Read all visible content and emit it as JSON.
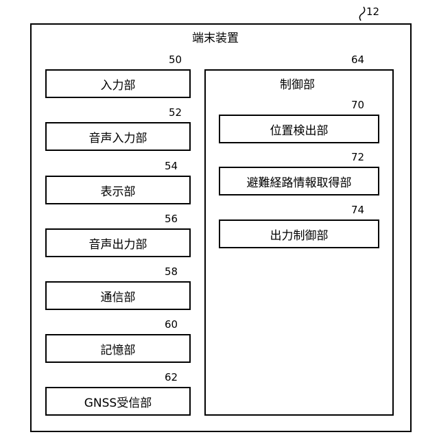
{
  "device": {
    "title": "端末装置",
    "ref": "12"
  },
  "left_blocks": [
    {
      "label": "入力部",
      "ref": "50"
    },
    {
      "label": "音声入力部",
      "ref": "52"
    },
    {
      "label": "表示部",
      "ref": "54"
    },
    {
      "label": "音声出力部",
      "ref": "56"
    },
    {
      "label": "通信部",
      "ref": "58"
    },
    {
      "label": "記憶部",
      "ref": "60"
    },
    {
      "label": "GNSS受信部",
      "ref": "62"
    }
  ],
  "control": {
    "title": "制御部",
    "ref": "64",
    "blocks": [
      {
        "label": "位置検出部",
        "ref": "70"
      },
      {
        "label": "避難経路情報取得部",
        "ref": "72"
      },
      {
        "label": "出力制御部",
        "ref": "74"
      }
    ]
  }
}
